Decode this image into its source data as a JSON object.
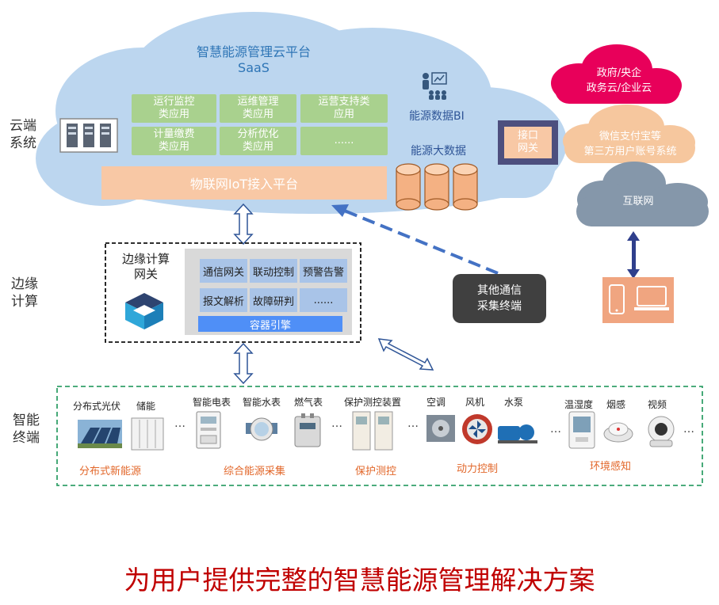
{
  "layers": {
    "cloud": [
      "云端",
      "系统"
    ],
    "edge": [
      "边缘",
      "计算"
    ],
    "terminal": [
      "智能",
      "终端"
    ]
  },
  "cloud": {
    "title": "智慧能源管理云平台",
    "subtitle": "SaaS",
    "apps": [
      [
        "运行监控",
        "类应用"
      ],
      [
        "运维管理",
        "类应用"
      ],
      [
        "运营支持类",
        "应用"
      ],
      [
        "计量缴费",
        "类应用"
      ],
      [
        "分析优化",
        "类应用"
      ],
      [
        "......",
        ""
      ]
    ],
    "iot": "物联网IoT接入平台",
    "bi": "能源数据BI",
    "bigdata": "能源大数据",
    "gateway": [
      "接口",
      "网关"
    ]
  },
  "right": {
    "gov": [
      "政府/央企",
      "政务云/企业云"
    ],
    "thirdparty": [
      "微信支付宝等",
      "第三方用户账号系统"
    ],
    "internet": "互联网"
  },
  "edge": {
    "title": [
      "边缘计算",
      "网关"
    ],
    "cells": [
      "通信网关",
      "联动控制",
      "预警告警",
      "报文解析",
      "故障研判",
      "......"
    ],
    "engine": "容器引擎",
    "other": [
      "其他通信",
      "采集终端"
    ]
  },
  "terminals": {
    "labels": [
      "分布式光伏",
      "储能",
      "智能电表",
      "智能水表",
      "燃气表",
      "保护测控装置",
      "空调",
      "风机",
      "水泵",
      "温湿度",
      "烟感",
      "视频"
    ],
    "categories": [
      "分布式新能源",
      "综合能源采集",
      "保护测控",
      "动力控制",
      "环境感知"
    ],
    "ellipsis": "…"
  },
  "footer": "为用户提供完整的智慧能源管理解决方案",
  "colors": {
    "cloud": "#bcd6ef",
    "app": "#a9d18e",
    "iot": "#f8c8a5",
    "gov": "#e8005a",
    "thirdparty": "#f6c79e",
    "internet": "#8597aa",
    "footer": "#c00000",
    "category": "#e2672a",
    "dash_green": "#33a06a"
  }
}
